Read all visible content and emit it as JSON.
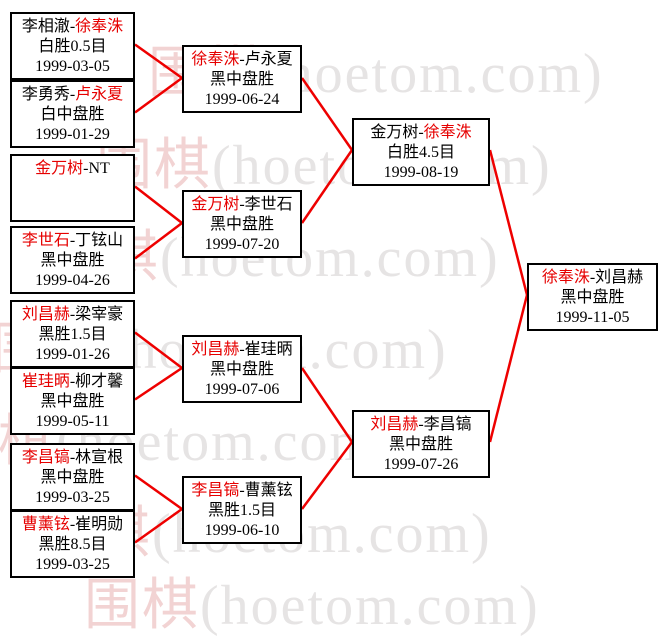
{
  "separator": "-",
  "colors": {
    "connector_red": "#ee0000",
    "winner_name_red": "#e60000",
    "text_black": "#000000",
    "box_border": "#000000",
    "watermark_pink": "#f2d3d3",
    "watermark_gray": "#e6e4e4",
    "background": "#ffffff"
  },
  "watermark": {
    "cn": "围棋",
    "latin": "(hoetom.com)"
  },
  "matches": {
    "r1_1": {
      "p1": "李相澈",
      "p2": "徐奉洙",
      "c1": "blk",
      "c2": "red",
      "result": "白胜0.5目",
      "date": "1999-03-05"
    },
    "r1_2": {
      "p1": "李勇秀",
      "p2": "卢永夏",
      "c1": "blk",
      "c2": "red",
      "result": "白中盘胜",
      "date": "1999-01-29"
    },
    "r1_3": {
      "p1": "金万树",
      "p2": "NT",
      "c1": "red",
      "c2": "blk",
      "result": "",
      "date": ""
    },
    "r1_4": {
      "p1": "李世石",
      "p2": "丁铉山",
      "c1": "red",
      "c2": "blk",
      "result": "黑中盘胜",
      "date": "1999-04-26"
    },
    "r1_5": {
      "p1": "刘昌赫",
      "p2": "梁宰豪",
      "c1": "red",
      "c2": "blk",
      "result": "黑胜1.5目",
      "date": "1999-01-26"
    },
    "r1_6": {
      "p1": "崔珪昞",
      "p2": "柳才馨",
      "c1": "red",
      "c2": "blk",
      "result": "黑中盘胜",
      "date": "1999-05-11"
    },
    "r1_7": {
      "p1": "李昌镐",
      "p2": "林宣根",
      "c1": "red",
      "c2": "blk",
      "result": "黑中盘胜",
      "date": "1999-03-25"
    },
    "r1_8": {
      "p1": "曹薰铉",
      "p2": "崔明勋",
      "c1": "red",
      "c2": "blk",
      "result": "黑胜8.5目",
      "date": "1999-03-25"
    },
    "qf_1": {
      "p1": "徐奉洙",
      "p2": "卢永夏",
      "c1": "red",
      "c2": "blk",
      "result": "黑中盘胜",
      "date": "1999-06-24"
    },
    "qf_2": {
      "p1": "金万树",
      "p2": "李世石",
      "c1": "red",
      "c2": "blk",
      "result": "黑中盘胜",
      "date": "1999-07-20"
    },
    "qf_3": {
      "p1": "刘昌赫",
      "p2": "崔珪昞",
      "c1": "red",
      "c2": "blk",
      "result": "黑中盘胜",
      "date": "1999-07-06"
    },
    "qf_4": {
      "p1": "李昌镐",
      "p2": "曹薰铉",
      "c1": "red",
      "c2": "blk",
      "result": "黑胜1.5目",
      "date": "1999-06-10"
    },
    "sf_1": {
      "p1": "金万树",
      "p2": "徐奉洙",
      "c1": "blk",
      "c2": "red",
      "result": "白胜4.5目",
      "date": "1999-08-19"
    },
    "sf_2": {
      "p1": "刘昌赫",
      "p2": "李昌镐",
      "c1": "red",
      "c2": "blk",
      "result": "黑中盘胜",
      "date": "1999-07-26"
    },
    "f_1": {
      "p1": "徐奉洙",
      "p2": "刘昌赫",
      "c1": "red",
      "c2": "blk",
      "result": "黑中盘胜",
      "date": "1999-11-05"
    }
  }
}
